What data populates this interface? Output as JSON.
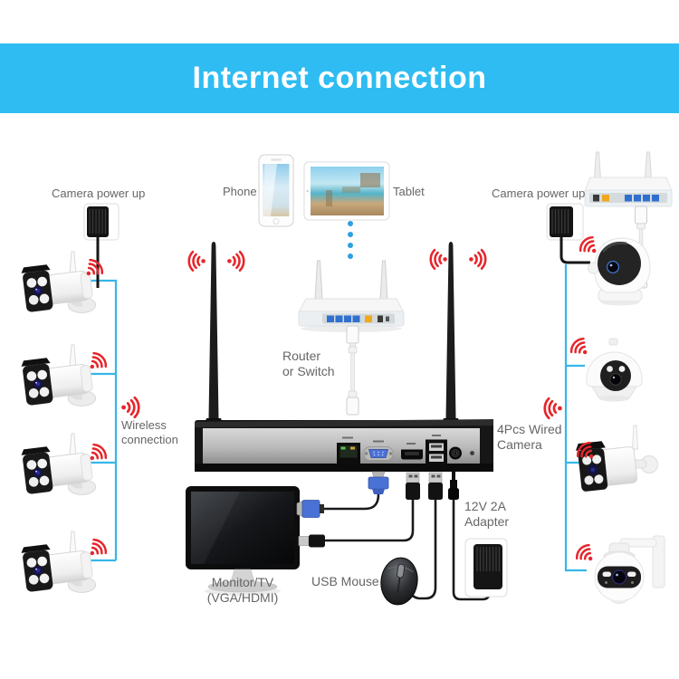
{
  "banner": {
    "title": "Internet connection"
  },
  "top": {
    "phone_label": "Phone",
    "tablet_label": "Tablet"
  },
  "center": {
    "router_label_line1": "Router",
    "router_label_line2": "or Switch"
  },
  "left": {
    "power_label": "Camera power up",
    "wireless_label_line1": "Wireless",
    "wireless_label_line2": "connection"
  },
  "right": {
    "power_label": "Camera power up",
    "wired_label_line1": "4Pcs Wired",
    "wired_label_line2": "Camera"
  },
  "bottom": {
    "monitor_label_line1": "Monitor/TV",
    "monitor_label_line2": "(VGA/HDMI)",
    "mouse_label": "USB Mouse",
    "adapter_label_line1": "12V 2A",
    "adapter_label_line2": "Adapter"
  },
  "icons": {
    "wifi": "wifi-signal-icon"
  },
  "colors": {
    "banner_bg": "#2ebcf2",
    "wifi_red": "#e5262b",
    "line_cyan": "#35b7e8",
    "dot_blue": "#2f9fe0",
    "label_gray": "#666666",
    "vga_blue": "#4a72d6",
    "port_blue": "#2f6fd0",
    "port_yellow": "#f0a81c"
  }
}
